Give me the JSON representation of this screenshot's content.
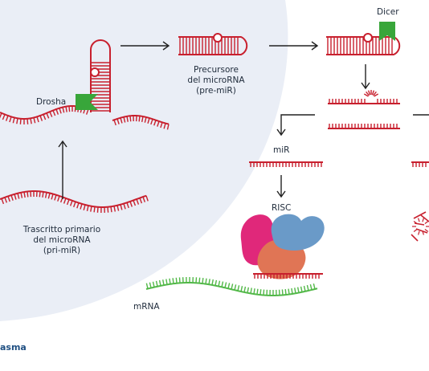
{
  "labels": {
    "drosha": "Drosha",
    "dicer": "Dicer",
    "precursor": [
      "Precursore",
      "del microRNA",
      "(pre-miR)"
    ],
    "primary": [
      "Trascritto primario",
      "del microRNA",
      "(pri-miR)"
    ],
    "mir": "miR",
    "risc": "RISC",
    "mrna": "mRNA",
    "brand_fragment": "asma"
  },
  "colors": {
    "rna": "#c8202e",
    "enzyme": "#38a63a",
    "mrna": "#52b848",
    "cytoplasm_bg": "#eaeef6",
    "risc_pink": "#e0287a",
    "risc_blue": "#6a9ac8",
    "risc_orange": "#e07555",
    "arrow": "#222222",
    "brand": "#1f4f82"
  }
}
